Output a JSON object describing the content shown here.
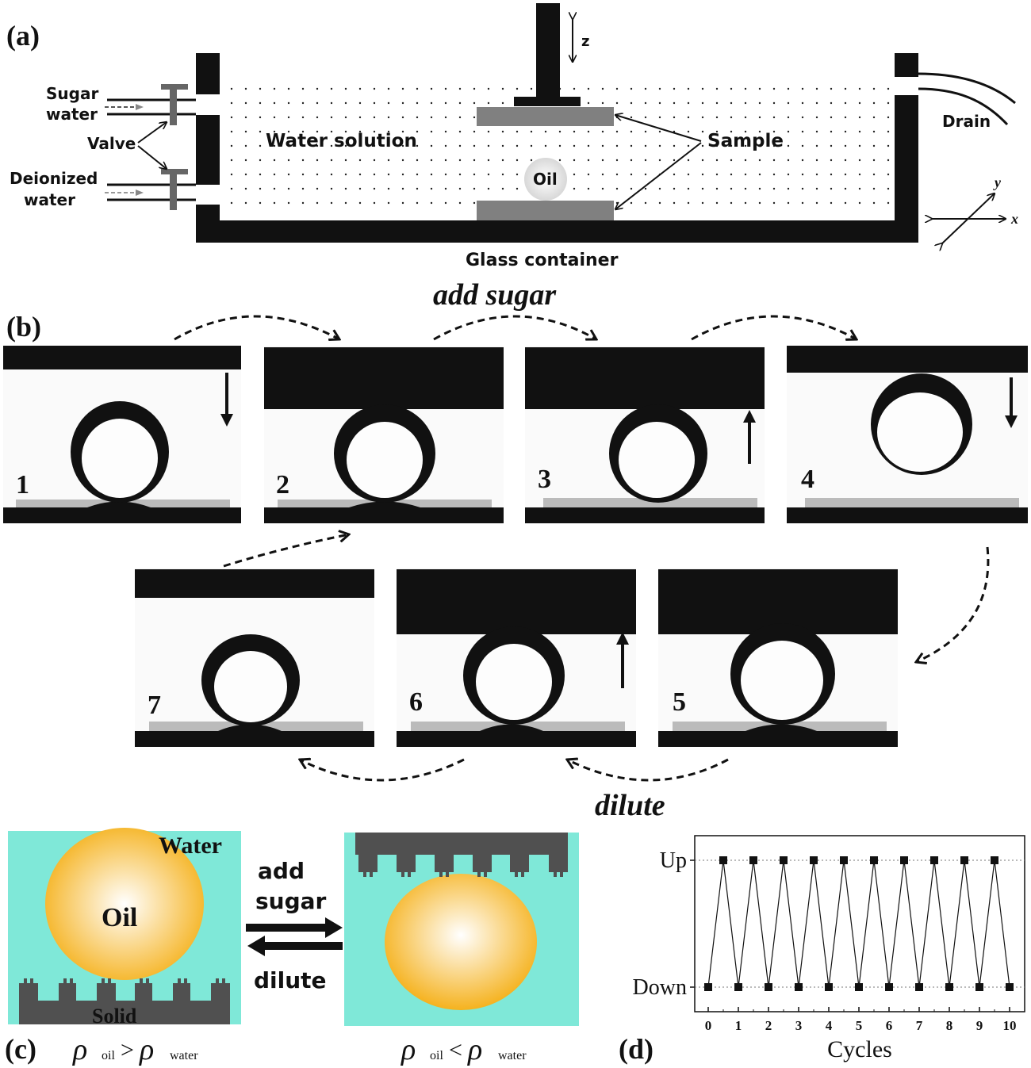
{
  "panels": {
    "a": "(a)",
    "b": "(b)",
    "c": "(c)",
    "d": "(d)"
  },
  "panel_a": {
    "sugar_line1": "Sugar",
    "sugar_line2": "water",
    "valve": "Valve",
    "deion_line1": "Deionized",
    "deion_line2": "water",
    "water_solution": "Water solution",
    "oil": "Oil",
    "sample": "Sample",
    "drain": "Drain",
    "glass_container": "Glass container",
    "axis_z": "z",
    "axis_y": "y",
    "axis_x": "x"
  },
  "panel_b": {
    "add_sugar": "add sugar",
    "dilute": "dilute",
    "frames": [
      "1",
      "2",
      "3",
      "4",
      "5",
      "6",
      "7"
    ]
  },
  "panel_c": {
    "water": "Water",
    "oil": "Oil",
    "solid": "Solid",
    "add": "add",
    "sugar": "sugar",
    "dilute": "dilute",
    "rho": "ρ",
    "sub_oil": "oil",
    "sub_water": "water",
    "gt": ">",
    "lt": "<",
    "colors": {
      "water": "#7fe8d8",
      "oil_edge": "#f5b21e",
      "oil_center": "#ffffff",
      "solid": "#505050"
    }
  },
  "chart_data": {
    "type": "line",
    "x": [
      0,
      0.5,
      1,
      1.5,
      2,
      2.5,
      3,
      3.5,
      4,
      4.5,
      5,
      5.5,
      6,
      6.5,
      7,
      7.5,
      8,
      8.5,
      9,
      9.5,
      10
    ],
    "series": [
      {
        "values": [
          "Down",
          "Up",
          "Down",
          "Up",
          "Down",
          "Up",
          "Down",
          "Up",
          "Down",
          "Up",
          "Down",
          "Up",
          "Down",
          "Up",
          "Down",
          "Up",
          "Down",
          "Up",
          "Down",
          "Up",
          "Down"
        ]
      }
    ],
    "xticks": [
      "0",
      "1",
      "2",
      "3",
      "4",
      "5",
      "6",
      "7",
      "8",
      "9",
      "10"
    ],
    "yticks": [
      "Down",
      "Up"
    ],
    "xlabel": "Cycles",
    "xlim": [
      0,
      10
    ]
  }
}
